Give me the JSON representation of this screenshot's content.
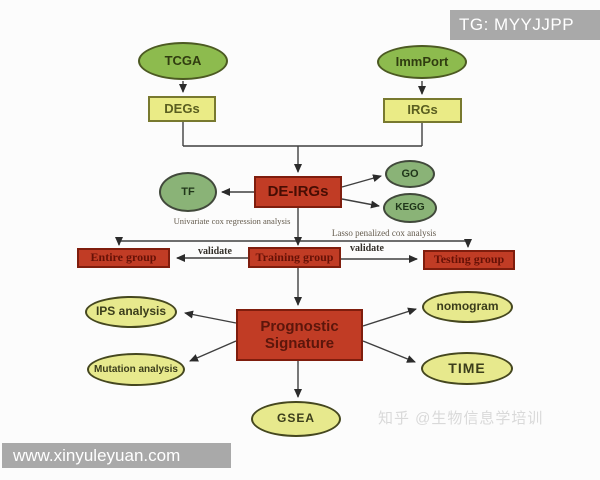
{
  "watermarks": {
    "top_right": "TG: MYYJJPP",
    "bottom_left": "www.xinyuleyuan.com",
    "zhihu": "知乎 @生物信息学培训"
  },
  "colors": {
    "green-node": "#8dbb4e",
    "green-muted-node": "#8ab377",
    "yellow-node": "#eaeb86",
    "red-node": "#c13c25",
    "watermark-gray": "#a9a9a9",
    "bg": "#fcfcfc",
    "arrow": "#3a3a3a"
  },
  "diagram": {
    "nodes": {
      "tcga": "TCGA",
      "immport": "ImmPort",
      "degs": "DEGs",
      "irgs": "IRGs",
      "de_irgs": "DE-IRGs",
      "tf": "TF",
      "go": "GO",
      "kegg": "KEGG",
      "entire_group": "Entire group",
      "training_group": "Training group",
      "testing_group": "Testing group",
      "prognostic_signature": "Prognostic Signature",
      "ips": "IPS analysis",
      "mutation": "Mutation analysis",
      "nomogram": "nomogram",
      "time": "TIME",
      "gsea": "GSEA"
    },
    "edge_labels": {
      "univariate": "Univariate cox regression analysis",
      "lasso": "Lasso penalized cox analysis",
      "validate_left": "validate",
      "validate_right": "validate"
    }
  }
}
